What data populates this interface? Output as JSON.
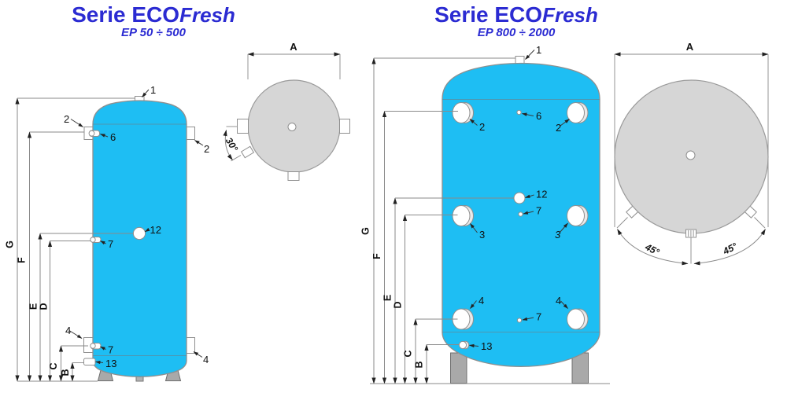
{
  "titles": {
    "left": {
      "serie": "Serie ECO",
      "fresh": "Fresh",
      "range": "EP 50 ÷ 500"
    },
    "right": {
      "serie": "Serie ECO",
      "fresh": "Fresh",
      "range": "EP 800 ÷ 2000"
    }
  },
  "colors": {
    "title_blue": "#2b2bd2",
    "tank_fill": "#1ebef3",
    "top_view_fill": "#d6d6d6",
    "outline_gray": "#8f8f8f",
    "feet_gray": "#a9a9a9",
    "label_black": "#111111"
  },
  "left_front": {
    "dims": {
      "G": "G",
      "F": "F",
      "E": "E",
      "D": "D",
      "C": "C",
      "B": "B"
    },
    "parts": {
      "p1": "1",
      "p2l": "2",
      "p2r": "2",
      "p6": "6",
      "p12": "12",
      "p7u": "7",
      "p4l": "4",
      "p7l": "7",
      "p13": "13",
      "p4r": "4"
    }
  },
  "left_top": {
    "dim_a": "A",
    "angle": "30°"
  },
  "right_front": {
    "dims": {
      "G": "G",
      "F": "F",
      "E": "E",
      "D": "D",
      "C": "C",
      "B": "B"
    },
    "parts": {
      "p1": "1",
      "p2l": "2",
      "p2r": "2",
      "p6": "6",
      "p12": "12",
      "p7u": "7",
      "p3l": "3",
      "p3r": "3",
      "p4l": "4",
      "p4r": "4",
      "p7l": "7",
      "p13": "13"
    }
  },
  "right_top": {
    "dim_a": "A",
    "angle_left": "45°",
    "angle_right": "45°"
  }
}
